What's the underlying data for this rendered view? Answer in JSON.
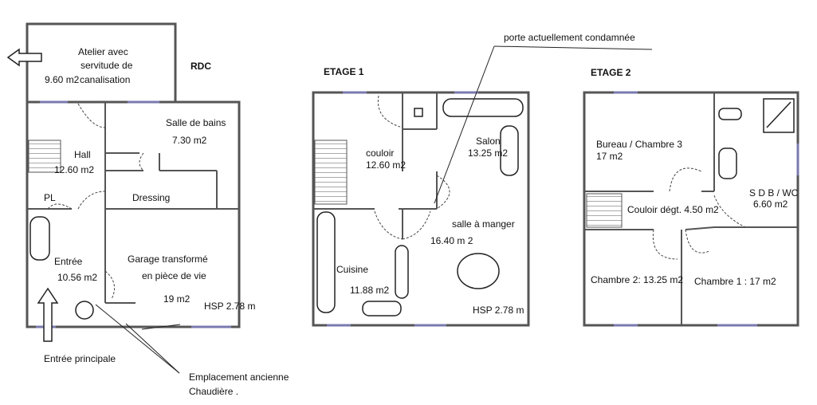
{
  "floors": {
    "rdc": "RDC",
    "etage1": "ETAGE 1",
    "etage2": "ETAGE 2"
  },
  "notes": {
    "porte": "porte actuellement condamnée",
    "entree_principale": "Entrée principale",
    "chaudiere_line1": "Emplacement ancienne",
    "chaudiere_line2": "Chaudière ."
  },
  "rdc": {
    "atelier_line1": "Atelier avec",
    "atelier_line2": "servitude de",
    "atelier_line3": "canalisation",
    "atelier_area": "9.60 m2",
    "sdb_name": "Salle de bains",
    "sdb_area": "7.30 m2",
    "hall_name": "Hall",
    "hall_area": "12.60 m2",
    "dressing": "Dressing",
    "pl": "PL",
    "entree_name": "Entrée",
    "entree_area": "10.56 m2",
    "garage_line1": "Garage transformé",
    "garage_line2": "en pièce de vie",
    "garage_area": "19 m2",
    "hsp": "HSP 2.78 m"
  },
  "etage1": {
    "couloir_name": "couloir",
    "couloir_area": "12.60 m2",
    "salon_name": "Salon",
    "salon_area": "13.25 m2",
    "salle_manger_name": "salle à manger",
    "salle_manger_area": "16.40 m 2",
    "cuisine_name": "Cuisine",
    "cuisine_area": "11.88 m2",
    "hsp": "HSP 2.78 m"
  },
  "etage2": {
    "bureau": "Bureau / Chambre 3",
    "bureau_area": "17 m2",
    "sdb": "S D B / WC",
    "sdb_area": "6.60 m2",
    "couloir": "Couloir dégt. 4.50 m2",
    "chambre2": "Chambre 2: 13.25 m2",
    "chambre1": "Chambre 1 : 17 m2"
  }
}
